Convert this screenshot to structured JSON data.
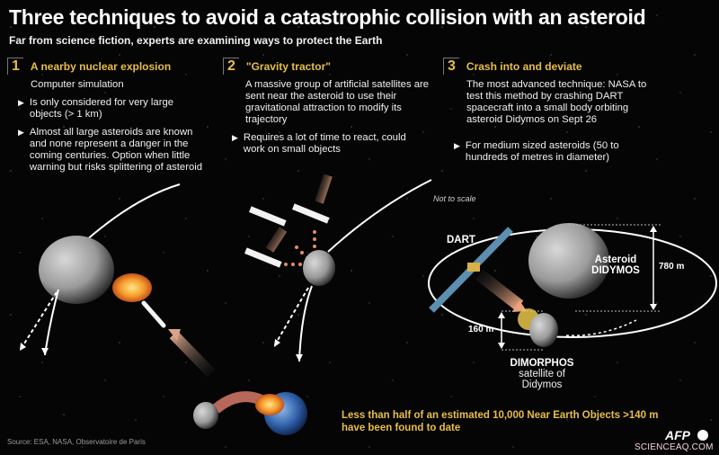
{
  "header": {
    "title": "Three techniques to avoid a catastrophic collision with an asteroid",
    "subtitle": "Far from science fiction, experts are examining ways to protect the Earth"
  },
  "sections": [
    {
      "number": "1",
      "title": "A nearby nuclear explosion",
      "intro": "Computer simulation",
      "bullets": [
        "Is only considered for very large objects  (> 1 km)",
        "Almost all large asteroids are known and none represent a danger in the coming centuries. Option when little warning but risks splittering of asteroid"
      ]
    },
    {
      "number": "2",
      "title": "\"Gravity tractor\"",
      "intro": "A massive group of artificial satellites are sent near the asteroid to use their gravitational attraction to modify its trajectory",
      "bullets": [
        "Requires a lot of time to react, could work on small objects"
      ]
    },
    {
      "number": "3",
      "title": "Crash into and deviate",
      "intro": "The most advanced technique: NASA to test this method by crashing DART spacecraft into a small body orbiting asteroid Didymos on Sept 26",
      "bullets": [
        "For medium sized asteroids (50 to hundreds of metres in diameter)"
      ]
    }
  ],
  "diagram": {
    "not_to_scale": "Not to scale",
    "dart_label": "DART",
    "asteroid_label_line1": "Asteroid",
    "asteroid_label_line2": "DIDYMOS",
    "didymos_size": "780 m",
    "dimorphos_size": "160 m",
    "dimorphos_label": "DIMORPHOS",
    "dimorphos_sub_line1": "satellite of",
    "dimorphos_sub_line2": "Didymos"
  },
  "footer": {
    "note_line1": "Less than half of an estimated 10,000 Near Earth Objects >140 m",
    "note_line2": "have been found to date",
    "source": "Source: ESA, NASA, Observatoire de Paris",
    "agency": "AFP",
    "watermark": "SCIENCEAQ.COM"
  },
  "colors": {
    "accent": "#e8bd4b",
    "background": "#050505",
    "text": "#f0f0f0"
  }
}
